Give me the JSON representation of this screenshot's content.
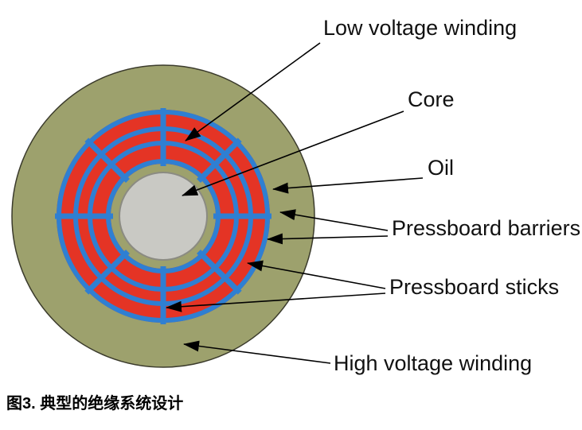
{
  "figure": {
    "labels": [
      {
        "text": "Low voltage winding"
      },
      {
        "text": "Core"
      },
      {
        "text": "Oil"
      },
      {
        "text": "Pressboard barriers"
      },
      {
        "text": "Pressboard sticks"
      },
      {
        "text": "High voltage winding"
      }
    ],
    "caption": "图3. 典型的绝缘系统设计"
  },
  "colors": {
    "oil_olive": "#9da16d",
    "olive_outline": "#3b3b2c",
    "winding_red": "#e43425",
    "pressboard_blue": "#2f7fd2",
    "core_gray": "#c9c9c4",
    "core_outline": "#8b8b82",
    "annotation_black": "#000000",
    "background": "#ffffff"
  }
}
